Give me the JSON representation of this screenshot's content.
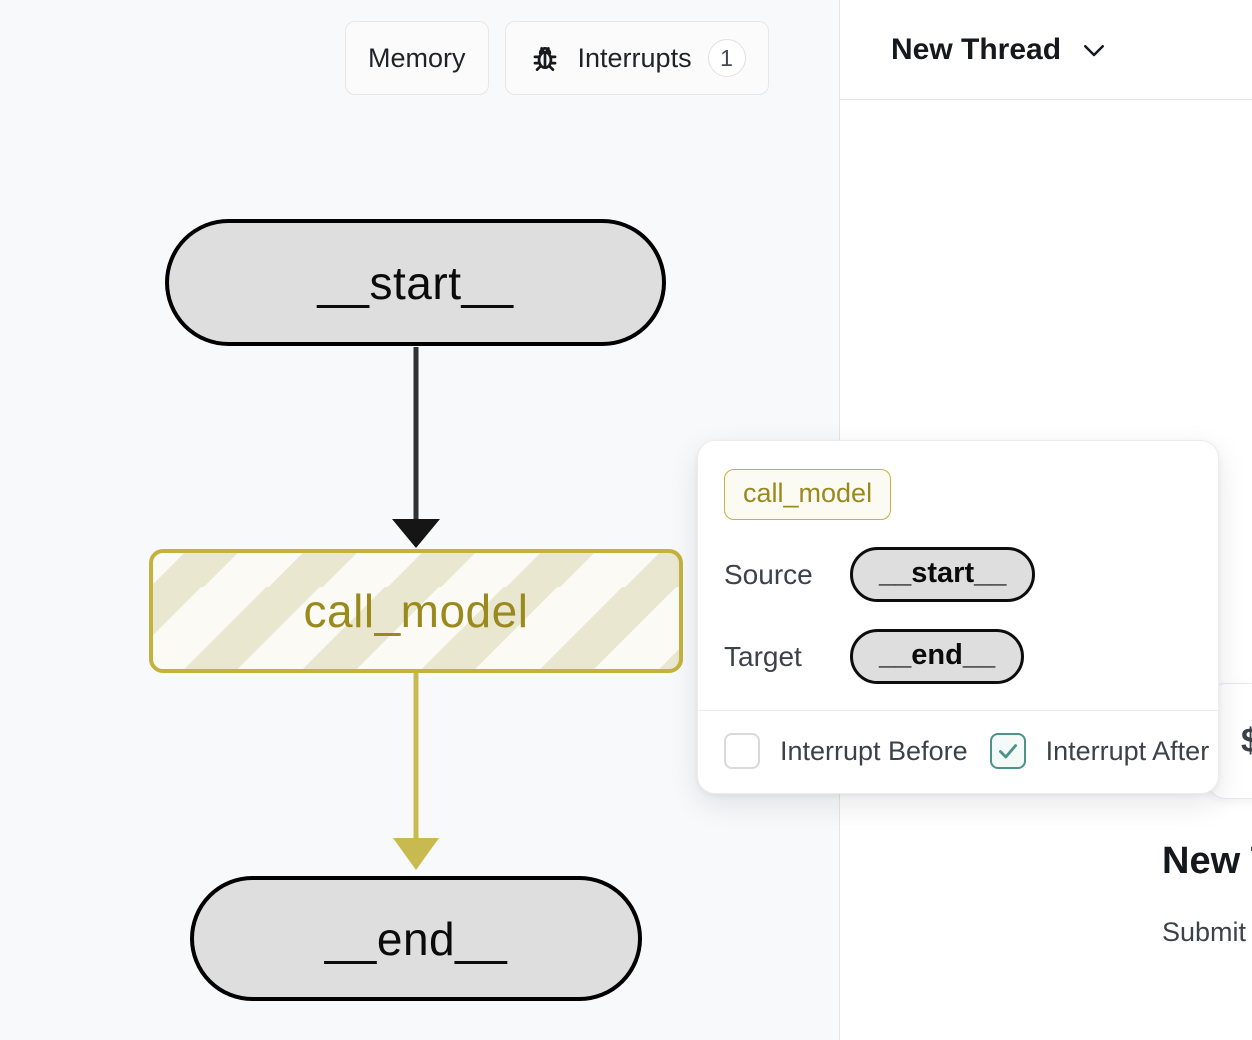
{
  "graph": {
    "toolbar": {
      "memory_label": "Memory",
      "interrupts_label": "Interrupts",
      "interrupts_badge": "1",
      "bug_icon": "bug-icon"
    },
    "nodes": [
      {
        "id": "start",
        "label": "__start__",
        "style": "terminal"
      },
      {
        "id": "call_model",
        "label": "call_model",
        "style": "active-striped"
      },
      {
        "id": "end",
        "label": "__end__",
        "style": "terminal"
      }
    ],
    "edges": [
      {
        "from": "start",
        "to": "call_model",
        "color": "#2f3133"
      },
      {
        "from": "call_model",
        "to": "end",
        "color": "#c8ba4e"
      }
    ],
    "colors": {
      "canvas_bg": "#f8f9fb",
      "terminal_fill": "#dedede",
      "terminal_border": "#000000",
      "active_border": "#c3b23d",
      "active_text": "#9a8a1e",
      "active_fill": "#fbfaf4",
      "edge_default": "#2f3133",
      "edge_active": "#c8ba4e"
    }
  },
  "popover": {
    "node_chip": "call_model",
    "rows": [
      {
        "label": "Source",
        "value": "__start__"
      },
      {
        "label": "Target",
        "value": "__end__"
      }
    ],
    "checkboxes": [
      {
        "label": "Interrupt Before",
        "checked": false
      },
      {
        "label": "Interrupt After",
        "checked": true
      }
    ],
    "accent": "#4f9289"
  },
  "right_pane": {
    "thread": {
      "title": "New Thread",
      "chevron_icon": "chevron-down-icon"
    },
    "empty_state": {
      "title": "New T",
      "subtitle": "Submit your input"
    },
    "hidden_card": {
      "glyph": "$"
    }
  }
}
